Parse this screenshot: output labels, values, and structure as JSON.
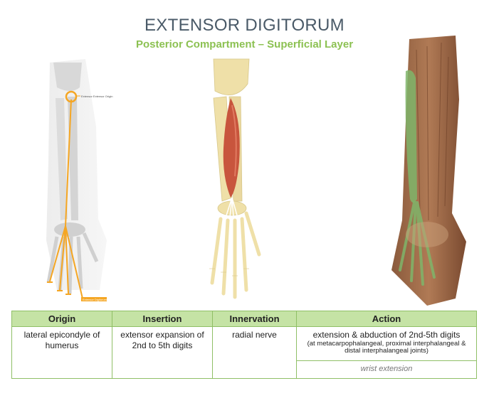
{
  "header": {
    "title": "EXTENSOR DIGITORUM",
    "subtitle": "Posterior Compartment – Superficial Layer"
  },
  "figure_labels": {
    "origin_marker": "Extensor Extensor Origin",
    "insertion_marker": "Extensor Digitorum"
  },
  "table": {
    "headers": [
      "Origin",
      "Insertion",
      "Innervation",
      "Action"
    ],
    "origin": "lateral epicondyle of humerus",
    "insertion": "extensor expansion of 2nd to 5th digits",
    "innervation": "radial nerve",
    "action_main": "extension & abduction of 2nd-5th digits",
    "action_detail": "(at metacarpophalangeal, proximal interphalangeal & distal interphalangeal joints)",
    "action_secondary": "wrist extension"
  },
  "colors": {
    "title": "#4a5a68",
    "subtitle": "#8cc152",
    "header_bg": "#c5e3a5",
    "border": "#8fbf66",
    "marker": "#f5a623",
    "muscle": "#c8553d",
    "bone": "#efe0a8"
  }
}
